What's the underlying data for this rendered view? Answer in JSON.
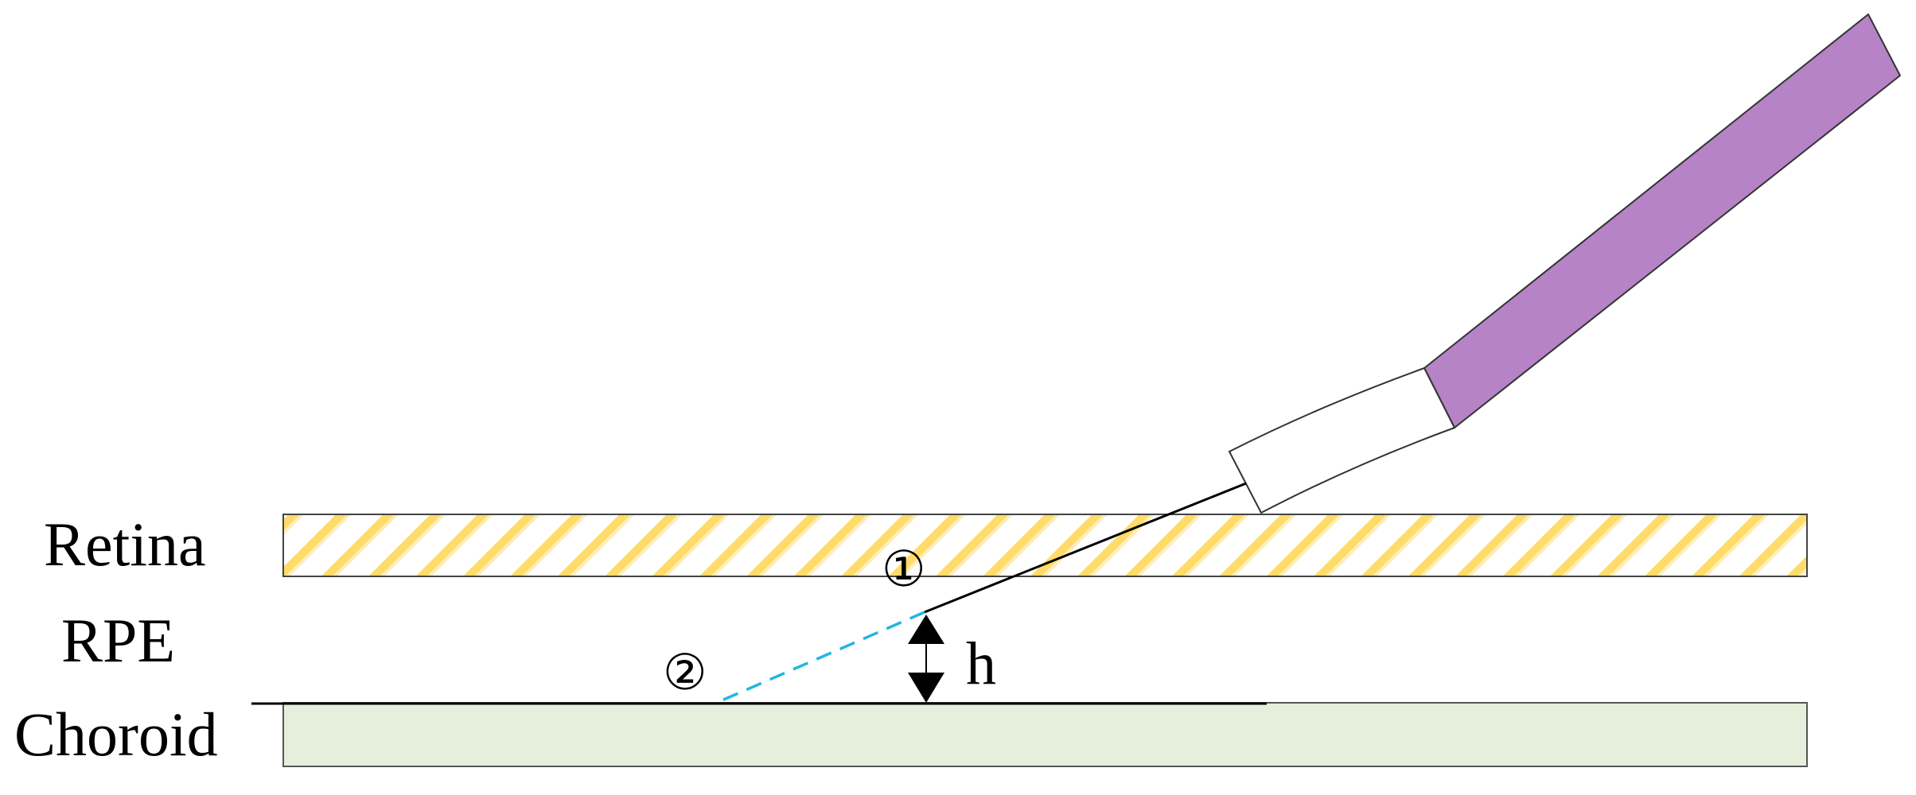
{
  "labels": {
    "retina": "Retina",
    "rpe": "RPE",
    "choroid": "Choroid",
    "marker_1": "①",
    "marker_2": "②",
    "height": "h"
  },
  "colors": {
    "retina_stripe": "#ffd54f",
    "retina_fill": "#ffffff",
    "choroid_fill": "#e6efdb",
    "instrument_shaft": "#b583c6",
    "instrument_tip": "#ffffff",
    "planned_path": "#22b5e3",
    "outline": "#444444",
    "line": "#000000"
  },
  "icons": {
    "height_arrow": "double-headed-vertical-arrow-icon"
  }
}
